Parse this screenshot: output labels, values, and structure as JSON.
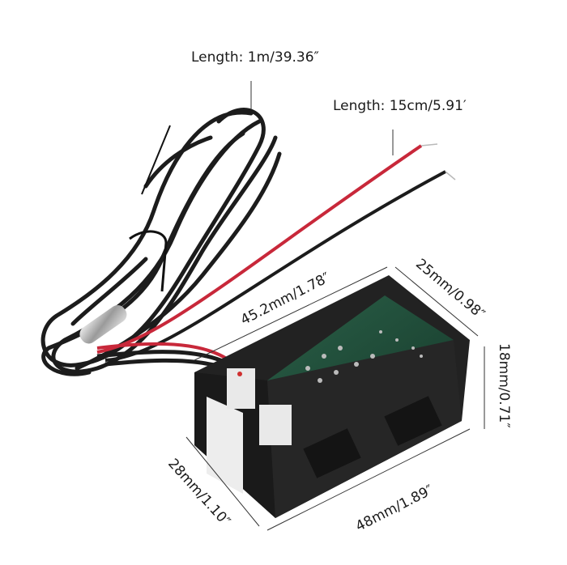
{
  "image": {
    "subject": "Digital thermometer panel module with temperature probe cable",
    "background_color": "#ffffff"
  },
  "annotations": {
    "probe_cable_length": "Length: 1m/39.36″",
    "power_lead_length": "Length: 15cm/5.91′",
    "top_width": "45.2mm/1.78″",
    "top_depth": "25mm/0.98″",
    "height": "18mm/0.71″",
    "front_height": "28mm/1.10″",
    "front_width": "48mm/1.89″"
  },
  "colors": {
    "cable_black": "#1c1c1c",
    "wire_red": "#c8283a",
    "pcb_green": "#1f4d3a",
    "housing_black": "#222222",
    "connector_white": "#e9e9e9",
    "probe_steel": "#c9c9c9",
    "text": "#1a1a1a",
    "dimension_line": "#333333"
  }
}
